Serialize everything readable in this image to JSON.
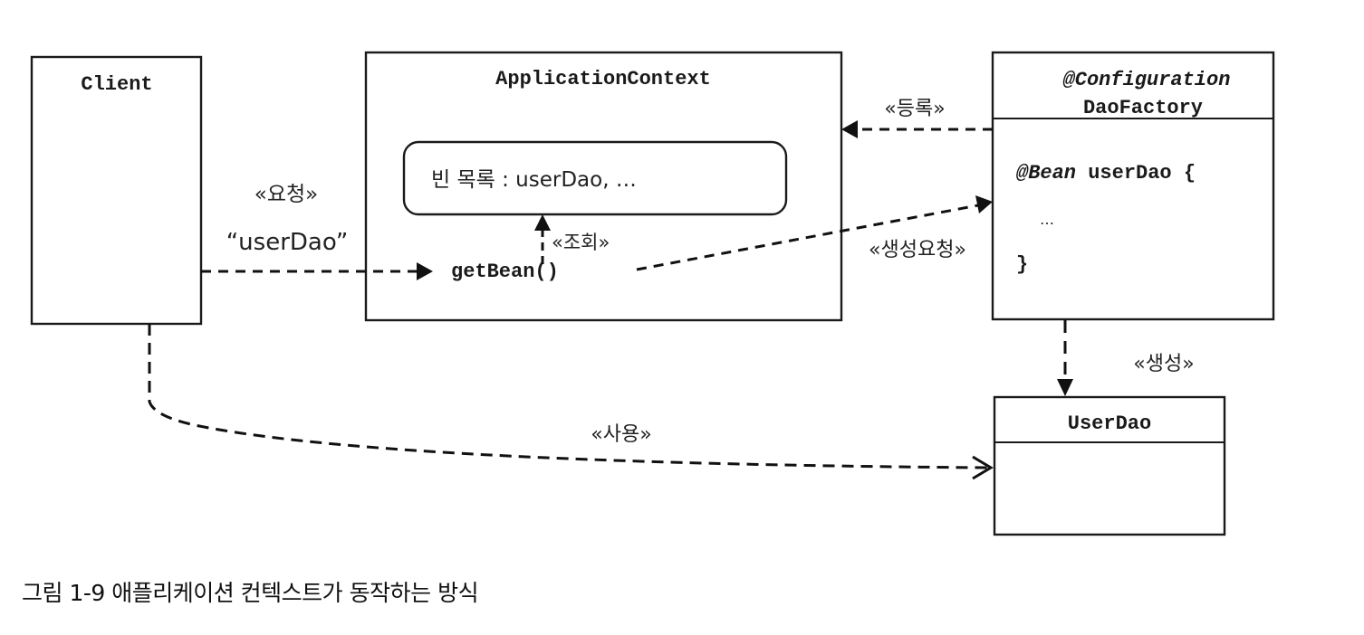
{
  "diagram": {
    "nodes": {
      "client": {
        "title": "Client"
      },
      "application_context": {
        "title": "ApplicationContext",
        "bean_list": "빈  목록 : userDao, …",
        "method": "getBean()"
      },
      "dao_factory": {
        "annotation": "@Configuration",
        "title": "DaoFactory",
        "body": {
          "line1_annotation": "@Bean",
          "line1_text": " userDao {",
          "line2": "…",
          "line3": "}"
        }
      },
      "user_dao": {
        "title": "UserDao"
      }
    },
    "edges": {
      "request": {
        "label": "«요청»",
        "argument": "“userDao”",
        "from": "Client",
        "to": "getBean()"
      },
      "lookup": {
        "label": "«조회»",
        "from": "getBean()",
        "to": "빈 목록"
      },
      "register": {
        "label": "«등록»",
        "from": "DaoFactory",
        "to": "ApplicationContext"
      },
      "create_request": {
        "label": "«생성요청»",
        "from": "getBean()",
        "to": "DaoFactory"
      },
      "create": {
        "label": "«생성»",
        "from": "DaoFactory",
        "to": "UserDao"
      },
      "use": {
        "label": "«사용»",
        "from": "Client",
        "to": "UserDao"
      }
    }
  },
  "caption": "그림 1-9 애플리케이션 컨텍스트가 동작하는 방식"
}
